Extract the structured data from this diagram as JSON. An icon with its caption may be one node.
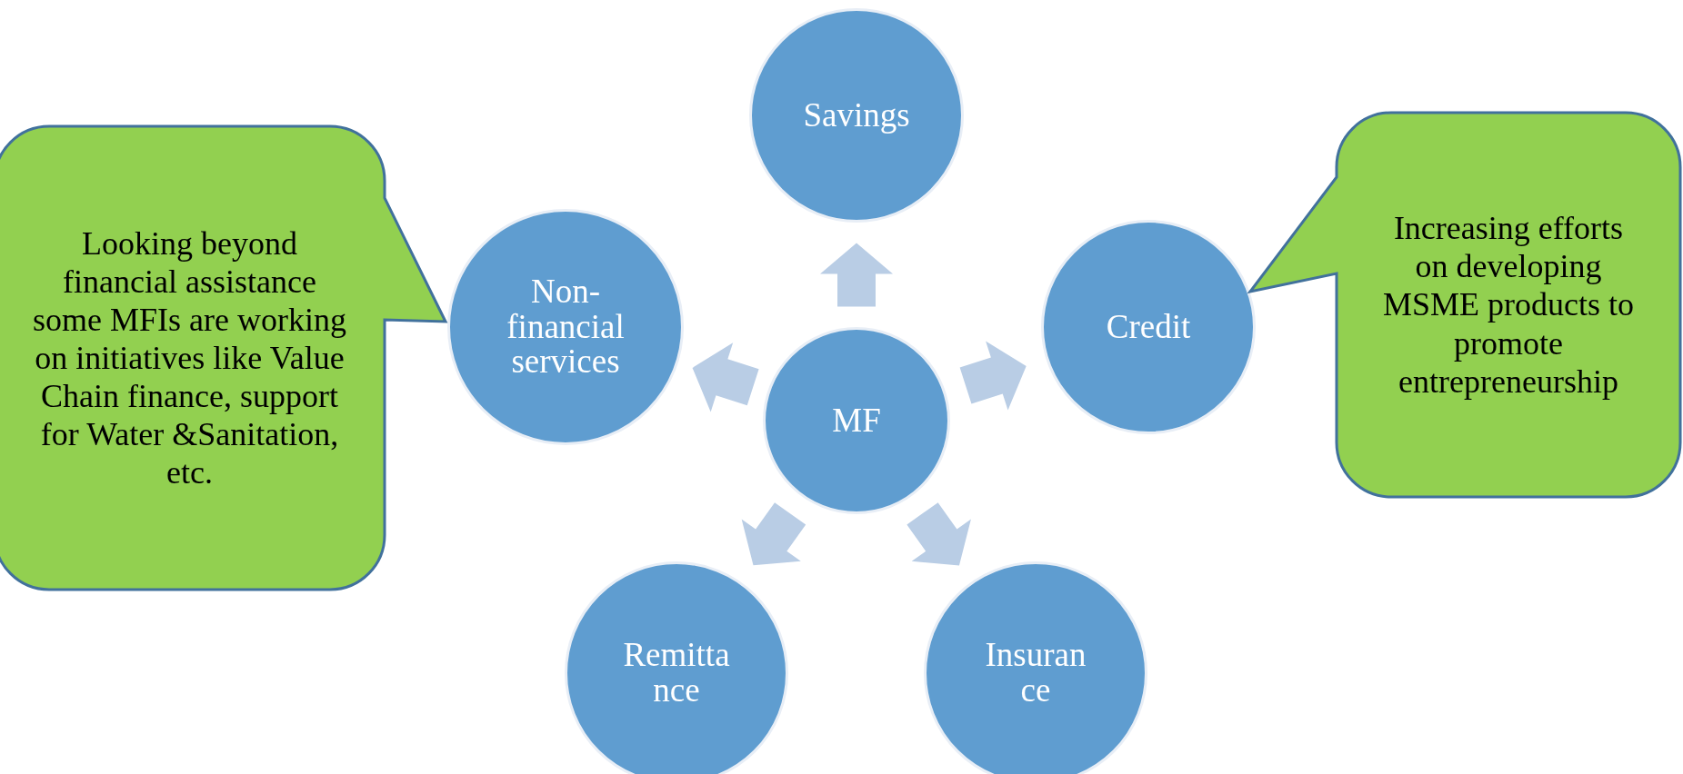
{
  "diagram": {
    "nodes": [
      {
        "text": [
          "Savings"
        ]
      },
      {
        "text": [
          "Non-financial services"
        ]
      },
      {
        "text": [
          "MF"
        ]
      },
      {
        "text": [
          "Credit"
        ]
      },
      {
        "text": [
          "Remitta nce"
        ]
      },
      {
        "text": [
          "Insuran ce"
        ]
      },
      {
        "text": [
          "Looking beyond financial assistance some MFIs are working on initiatives like Value Chain finance, support for Water &Sanitation, etc."
        ]
      },
      {
        "text": [
          "Increasing efforts on developing MSME products to promote entrepreneurship"
        ]
      }
    ],
    "edges": [
      {
        "from": 2,
        "to": 0,
        "arrow": "to"
      },
      {
        "from": 2,
        "to": 3,
        "arrow": "to"
      },
      {
        "from": 2,
        "to": 5,
        "arrow": "to"
      },
      {
        "from": 2,
        "to": 4,
        "arrow": "to"
      },
      {
        "from": 2,
        "to": 1,
        "arrow": "to"
      }
    ]
  }
}
